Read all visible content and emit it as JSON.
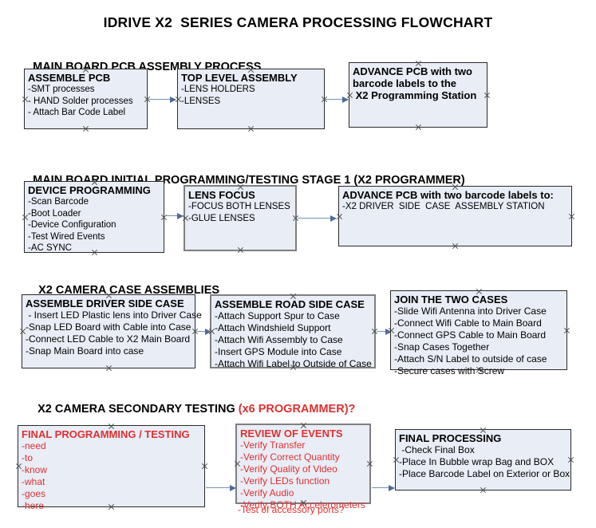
{
  "document": {
    "title": "IDRIVE X2  SERIES CAMERA PROCESSING FLOWCHART"
  },
  "sections": [
    {
      "id": "main-board-pcb-assembly-process",
      "heading": "MAIN BOARD PCB ASSEMBLY PROCESS",
      "heading_accent": "",
      "nodes": [
        {
          "id": "assemble-pcb",
          "title": "ASSEMBLE PCB",
          "lines": [
            "-SMT processes",
            "- HAND Solder processes",
            "- Attach Bar Code Label"
          ]
        },
        {
          "id": "top-level-assembly",
          "title": "TOP LEVEL ASSEMBLY",
          "lines": [
            "-LENS HOLDERS",
            "-LENSES"
          ]
        },
        {
          "id": "advance-pcb-to-x2-programming-station",
          "title": "ADVANCE PCB with two",
          "lines": [
            "barcode labels to the",
            " X2 Programming Station"
          ]
        }
      ]
    },
    {
      "id": "main-board-initial-programming",
      "heading": "MAIN BOARD INITIAL PROGRAMMING/TESTING STAGE 1 (X2 PROGRAMMER)",
      "heading_accent": "",
      "nodes": [
        {
          "id": "device-programming",
          "title": "DEVICE PROGRAMMING",
          "lines": [
            "-Scan Barcode",
            "-Boot Loader",
            "-Device Configuration",
            "-Test Wired Events",
            "-AC SYNC"
          ]
        },
        {
          "id": "lens-focus",
          "title": "LENS FOCUS",
          "lines": [
            "-FOCUS BOTH LENSES",
            "-GLUE LENSES"
          ]
        },
        {
          "id": "advance-pcb-to-driver-side-case-assembly",
          "title": "ADVANCE PCB with two barcode labels to:",
          "lines": [
            "-X2 DRIVER  SIDE  CASE  ASSEMBLY STATION"
          ]
        }
      ]
    },
    {
      "id": "x2-camera-case-assemblies",
      "heading": "X2 CAMERA CASE ASSEMBLIES",
      "heading_accent": "",
      "nodes": [
        {
          "id": "assemble-driver-side-case",
          "title": "ASSEMBLE DRIVER SIDE CASE",
          "lines": [
            " - Insert LED Plastic lens into Driver Case",
            "-Snap LED Board with Cable into Case",
            "-Connect LED Cable to X2 Main Board",
            "-Snap Main Board into case"
          ]
        },
        {
          "id": "assemble-road-side-case",
          "title": "ASSEMBLE ROAD SIDE CASE",
          "lines": [
            "-Attach Support Spur to Case",
            "-Attach Windshield Support",
            "-Attach Wifi Assembly to Case",
            "-Insert GPS Module into Case",
            "-Attach Wifi Label to Outside of Case"
          ]
        },
        {
          "id": "join-the-two-cases",
          "title": "JOIN THE TWO CASES",
          "lines": [
            "-Slide Wifi Antenna into Driver Case",
            "-Connect Wifi Cable to Main Board",
            "-Connect GPS Cable to Main Board",
            "-Snap Cases Together",
            "-Attach S/N Label to outside of case",
            "-Secure cases with Screw"
          ]
        }
      ]
    },
    {
      "id": "x2-camera-secondary-testing",
      "heading": "X2 CAMERA SECONDARY TESTING ",
      "heading_accent": "(x6 PROGRAMMER)?",
      "nodes": [
        {
          "id": "final-programming-testing",
          "title": "FINAL PROGRAMMING / TESTING",
          "lines": [
            "-need",
            "-to",
            "-know",
            "-what",
            "-goes",
            "-here"
          ]
        },
        {
          "id": "review-of-events",
          "title": "REVIEW OF EVENTS",
          "lines": [
            "-Verify Transfer",
            "-Verify Correct Quantity",
            "-Verify Quality of Video",
            "-Verify LEDs function",
            "-Verify Audio",
            "-Verify BOTH Accelerometers"
          ],
          "overflow_line": "-Test of accessory ports?"
        },
        {
          "id": "final-processing",
          "title": "FINAL PROCESSING",
          "lines": [
            " -Check Final Box",
            "-Place In Bubble wrap Bag and BOX",
            "-Place Barcode Label on Exterior or Box"
          ]
        }
      ]
    }
  ],
  "colors": {
    "node_fill": "#e8edf6",
    "node_border": "#2a2a2a",
    "node_border_thick": "#7f7f7f",
    "arrow": "#7691b4",
    "arrow_head": "#4f6b96",
    "accent_red": "#e03030",
    "text": "#000000"
  }
}
